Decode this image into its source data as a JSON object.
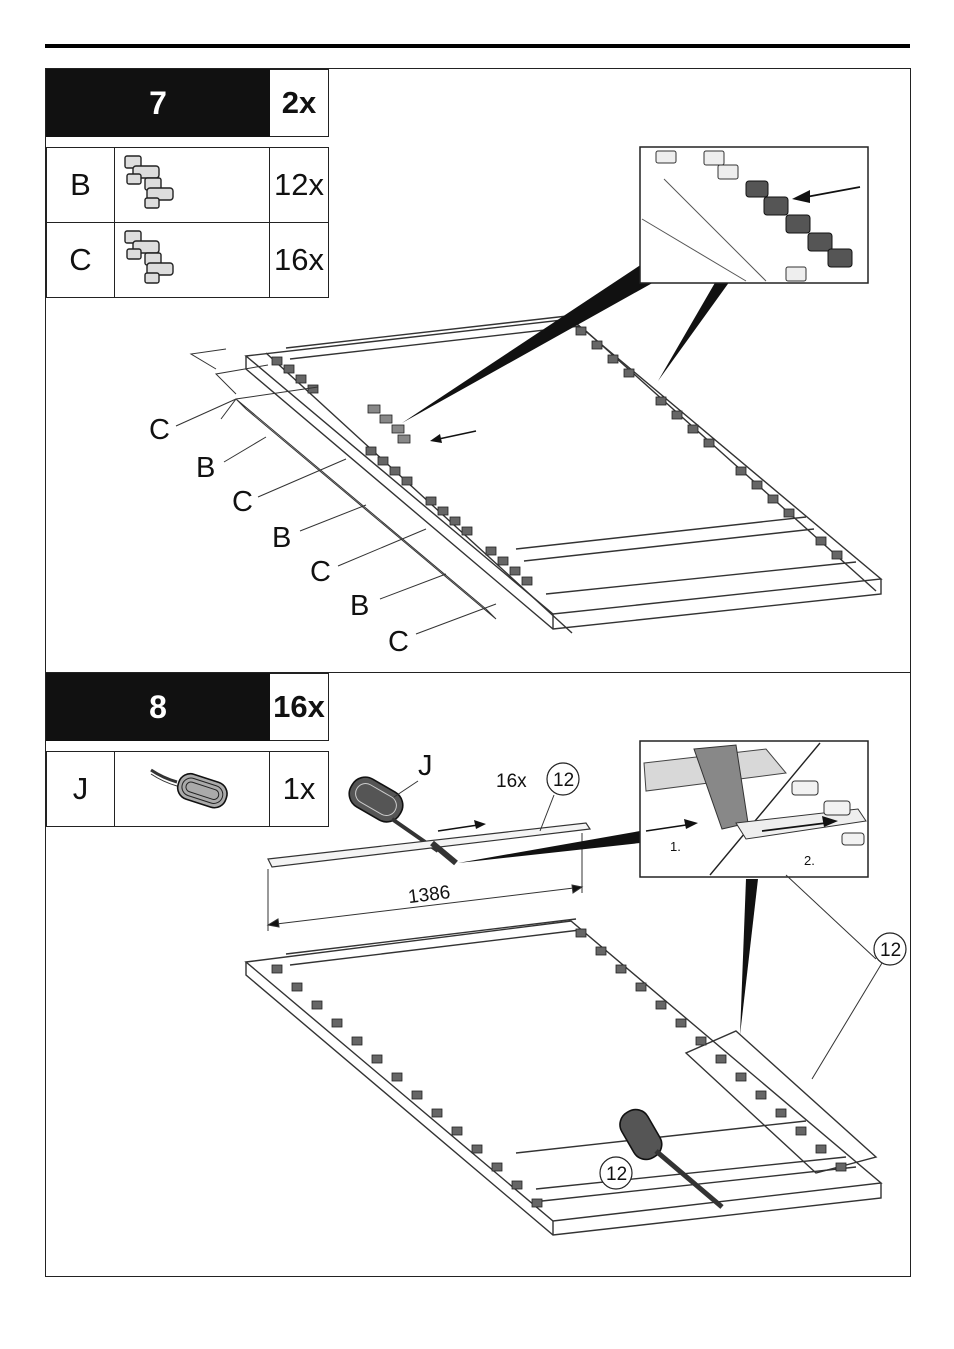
{
  "step7": {
    "number": "7",
    "quantity": "2x",
    "parts": [
      {
        "letter": "B",
        "count": "12x",
        "icon": "double-spring-clip-icon"
      },
      {
        "letter": "C",
        "count": "16x",
        "icon": "double-spring-clip-icon"
      }
    ],
    "callouts": [
      "C",
      "B",
      "C",
      "B",
      "C",
      "B",
      "C"
    ]
  },
  "step8": {
    "number": "8",
    "quantity": "16x",
    "parts": [
      {
        "letter": "J",
        "count": "1x",
        "icon": "mallet-icon"
      }
    ],
    "tool_label": "J",
    "slat_count": "16x",
    "part_ref": "12",
    "dimension": "1386",
    "detail_step1": "1.",
    "detail_step2": "2."
  }
}
